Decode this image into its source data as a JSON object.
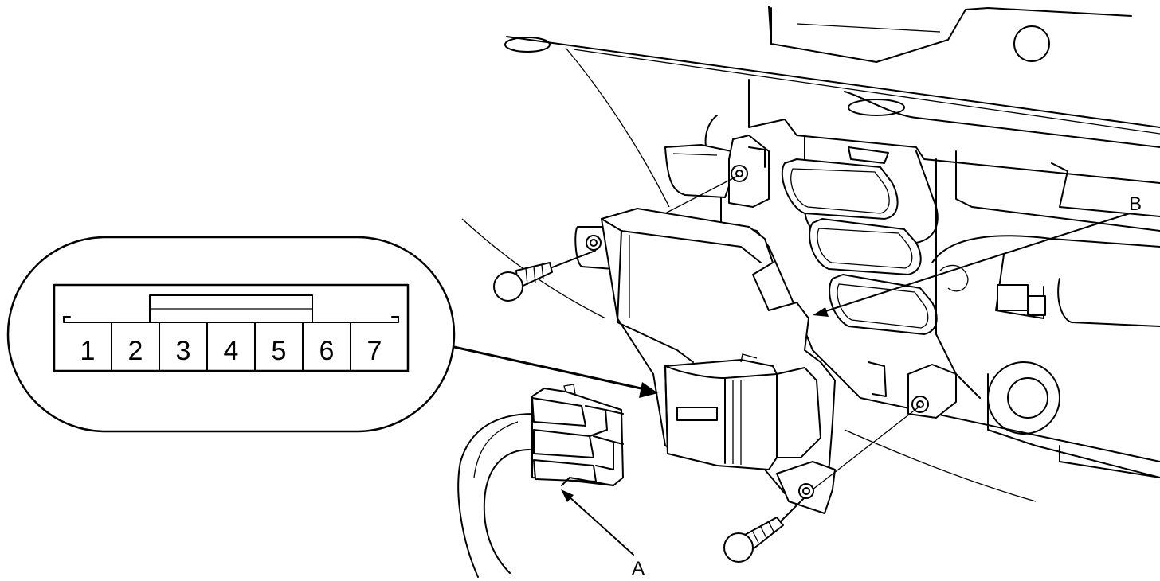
{
  "connector": {
    "pins": [
      "1",
      "2",
      "3",
      "4",
      "5",
      "6",
      "7"
    ]
  },
  "callouts": {
    "a": "A",
    "b": "B"
  }
}
